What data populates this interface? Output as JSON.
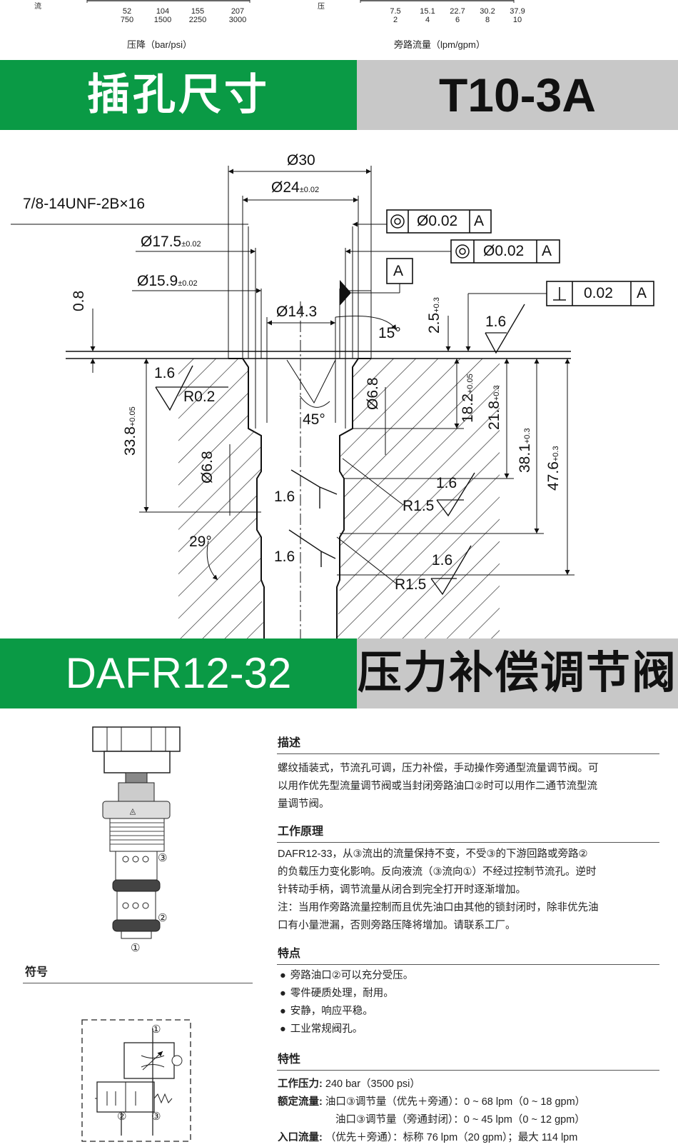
{
  "top_charts": {
    "left": {
      "side_label": "流",
      "ticks_top": [
        "52",
        "104",
        "155",
        "207"
      ],
      "ticks_bottom": [
        "750",
        "1500",
        "2250",
        "3000"
      ],
      "axis_label": "压降（bar/psi）"
    },
    "right": {
      "side_label": "压",
      "ticks_top": [
        "7.5",
        "15.1",
        "22.7",
        "30.2",
        "37.9"
      ],
      "ticks_bottom": [
        "2",
        "4",
        "6",
        "8",
        "10"
      ],
      "axis_label": "旁路流量（lpm/gpm）"
    }
  },
  "banner1": {
    "left_title": "插孔尺寸",
    "right_title": "T10-3A"
  },
  "drawing": {
    "d30": "Ø30",
    "d24": "Ø24",
    "d24_tol": "±0.02",
    "thread": "7/8-14UNF-2B×16",
    "d17_5": "Ø17.5",
    "d17_5_tol": "±0.02",
    "d15_9": "Ø15.9",
    "d15_9_tol": "±0.02",
    "d14_3": "Ø14.3",
    "dim_0_8": "0.8",
    "angle_15": "15°",
    "angle_45": "45°",
    "angle_29": "29°",
    "tol_concentric": "Ø0.02",
    "datum": "A",
    "tol_perp": "0.02",
    "dim_2_5": "2.5",
    "tol_0_3": "+0.3",
    "tol_0": "0",
    "tol_0_05": "+0.05",
    "dim_18_2": "18.2",
    "dim_21_8": "21.8",
    "dim_38_1": "38.1",
    "dim_47_6": "47.6",
    "dim_33_8": "33.8",
    "d6_8": "Ø6.8",
    "roughness": "1.6",
    "r0_2": "R0.2",
    "r1_5": "R1.5"
  },
  "banner2": {
    "left_title": "DAFR12-32",
    "right_title": "压力补偿调节阀"
  },
  "ports": {
    "p1": "①",
    "p2": "②",
    "p3": "③"
  },
  "symbol_heading": "符号",
  "description": {
    "heading": "描述",
    "lines": [
      "螺纹插装式，节流孔可调，压力补偿，手动操作旁通型流量调节阀。可",
      "以用作优先型流量调节阀或当封闭旁路油口②时可以用作二通节流型流",
      "量调节阀。"
    ]
  },
  "principle": {
    "heading": "工作原理",
    "lines": [
      "DAFR12-33，从③流出的流量保持不变，不受③的下游回路或旁路②",
      "的负载压力变化影响。反向液流（③流向①）不经过控制节流孔。逆时",
      "针转动手柄，调节流量从闭合到完全打开时逐渐增加。",
      "注：当用作旁路流量控制而且优先油口由其他的锁封闭时，除非优先油",
      "口有小量泄漏，否则旁路压降将增加。请联系工厂。"
    ]
  },
  "features": {
    "heading": "特点",
    "items": [
      "旁路油口②可以充分受压。",
      "零件硬质处理，耐用。",
      "安静，响应平稳。",
      "工业常规阀孔。"
    ]
  },
  "specs": {
    "heading": "特性",
    "rows": [
      {
        "key": "工作压力:",
        "value": "240 bar（3500 psi）"
      },
      {
        "key": "额定流量:",
        "value": "油口③调节量（优先＋旁通）：0 ~ 68 lpm（0 ~ 18 gpm）"
      },
      {
        "key": "",
        "value": "油口③调节量（旁通封闭）：0 ~ 45 lpm（0 ~ 12 gpm）"
      },
      {
        "key": "入口流量:",
        "value": "（优先＋旁通）：标称 76 lpm（20 gpm）；最大 114 lpm"
      }
    ]
  }
}
